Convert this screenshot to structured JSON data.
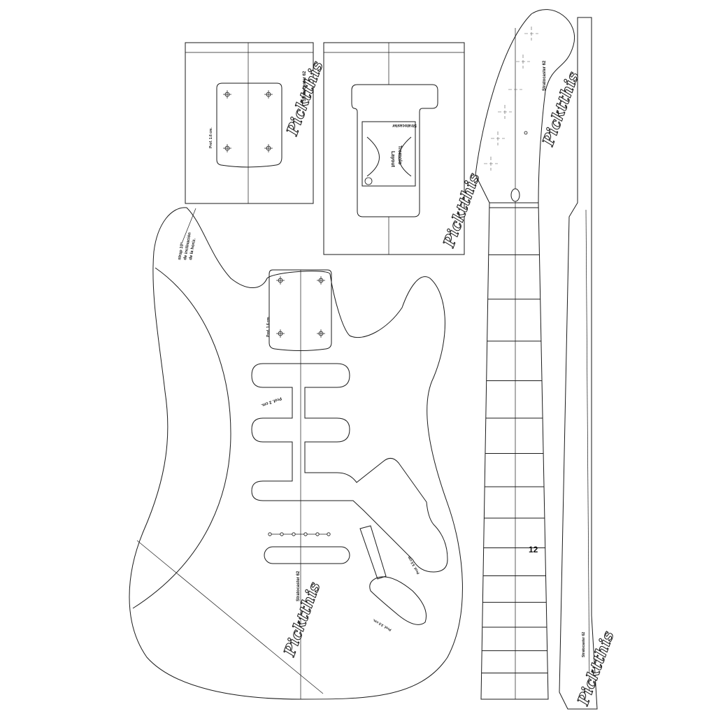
{
  "brand": "Picktthis",
  "model": "Stratocaster 62",
  "labels": {
    "depth_neck_pocket": "Prof. 1.6 cm.",
    "depth_pickup": "Prof. 2 cm.",
    "depth_control": "Prof. 3.5 cm.",
    "depth_jack": "Prof. 3.5 cm.",
    "strap_note_1": "strap 10°",
    "strap_note_2": "de inclinación",
    "strap_note_3": "de la horiz.",
    "trem_label_1": "Stratocaster",
    "trem_label_2": "Tremolo",
    "trem_label_3": "Layout"
  },
  "fret_marker": "12"
}
